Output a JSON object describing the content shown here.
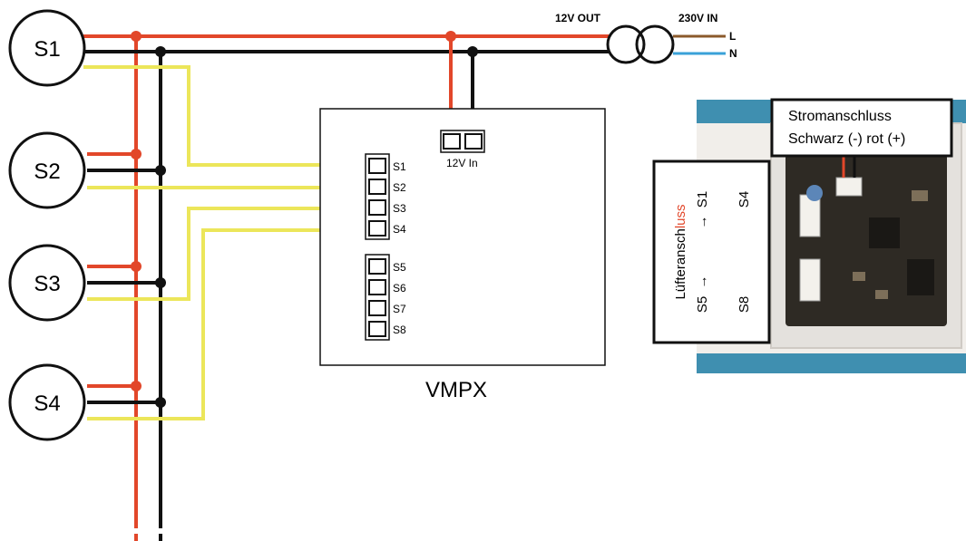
{
  "colors": {
    "live": "#e2472a",
    "neutral": "#111111",
    "signal": "#ece65a",
    "phase_in": "#8b5a2b",
    "neutral_in": "#3aa1d8",
    "board_bg": "#2e2a24",
    "board_frame": "#f1eeea",
    "board_band": "#3f8fb0"
  },
  "mains": {
    "out_label": "12V OUT",
    "in_label": "230V IN",
    "line_l": "L",
    "line_n": "N"
  },
  "fans": [
    {
      "label": "S1"
    },
    {
      "label": "S2"
    },
    {
      "label": "S3"
    },
    {
      "label": "S4"
    }
  ],
  "controller": {
    "name": "VMPX",
    "power_label": "12V In",
    "ports_top": [
      "S1",
      "S2",
      "S3",
      "S4"
    ],
    "ports_bottom": [
      "S5",
      "S6",
      "S7",
      "S8"
    ]
  },
  "photo": {
    "power_box_line1": "Stromanschluss",
    "power_box_line2": "Schwarz (-) rot (+)",
    "fan_box_title_part1": "Lüfteransch",
    "fan_box_title_part2": "luss",
    "fan_box_range_top_start": "S1",
    "fan_box_range_top_end": "S4",
    "fan_box_range_bottom_start": "S5",
    "fan_box_range_bottom_end": "S8",
    "arrow_glyph": "→"
  }
}
